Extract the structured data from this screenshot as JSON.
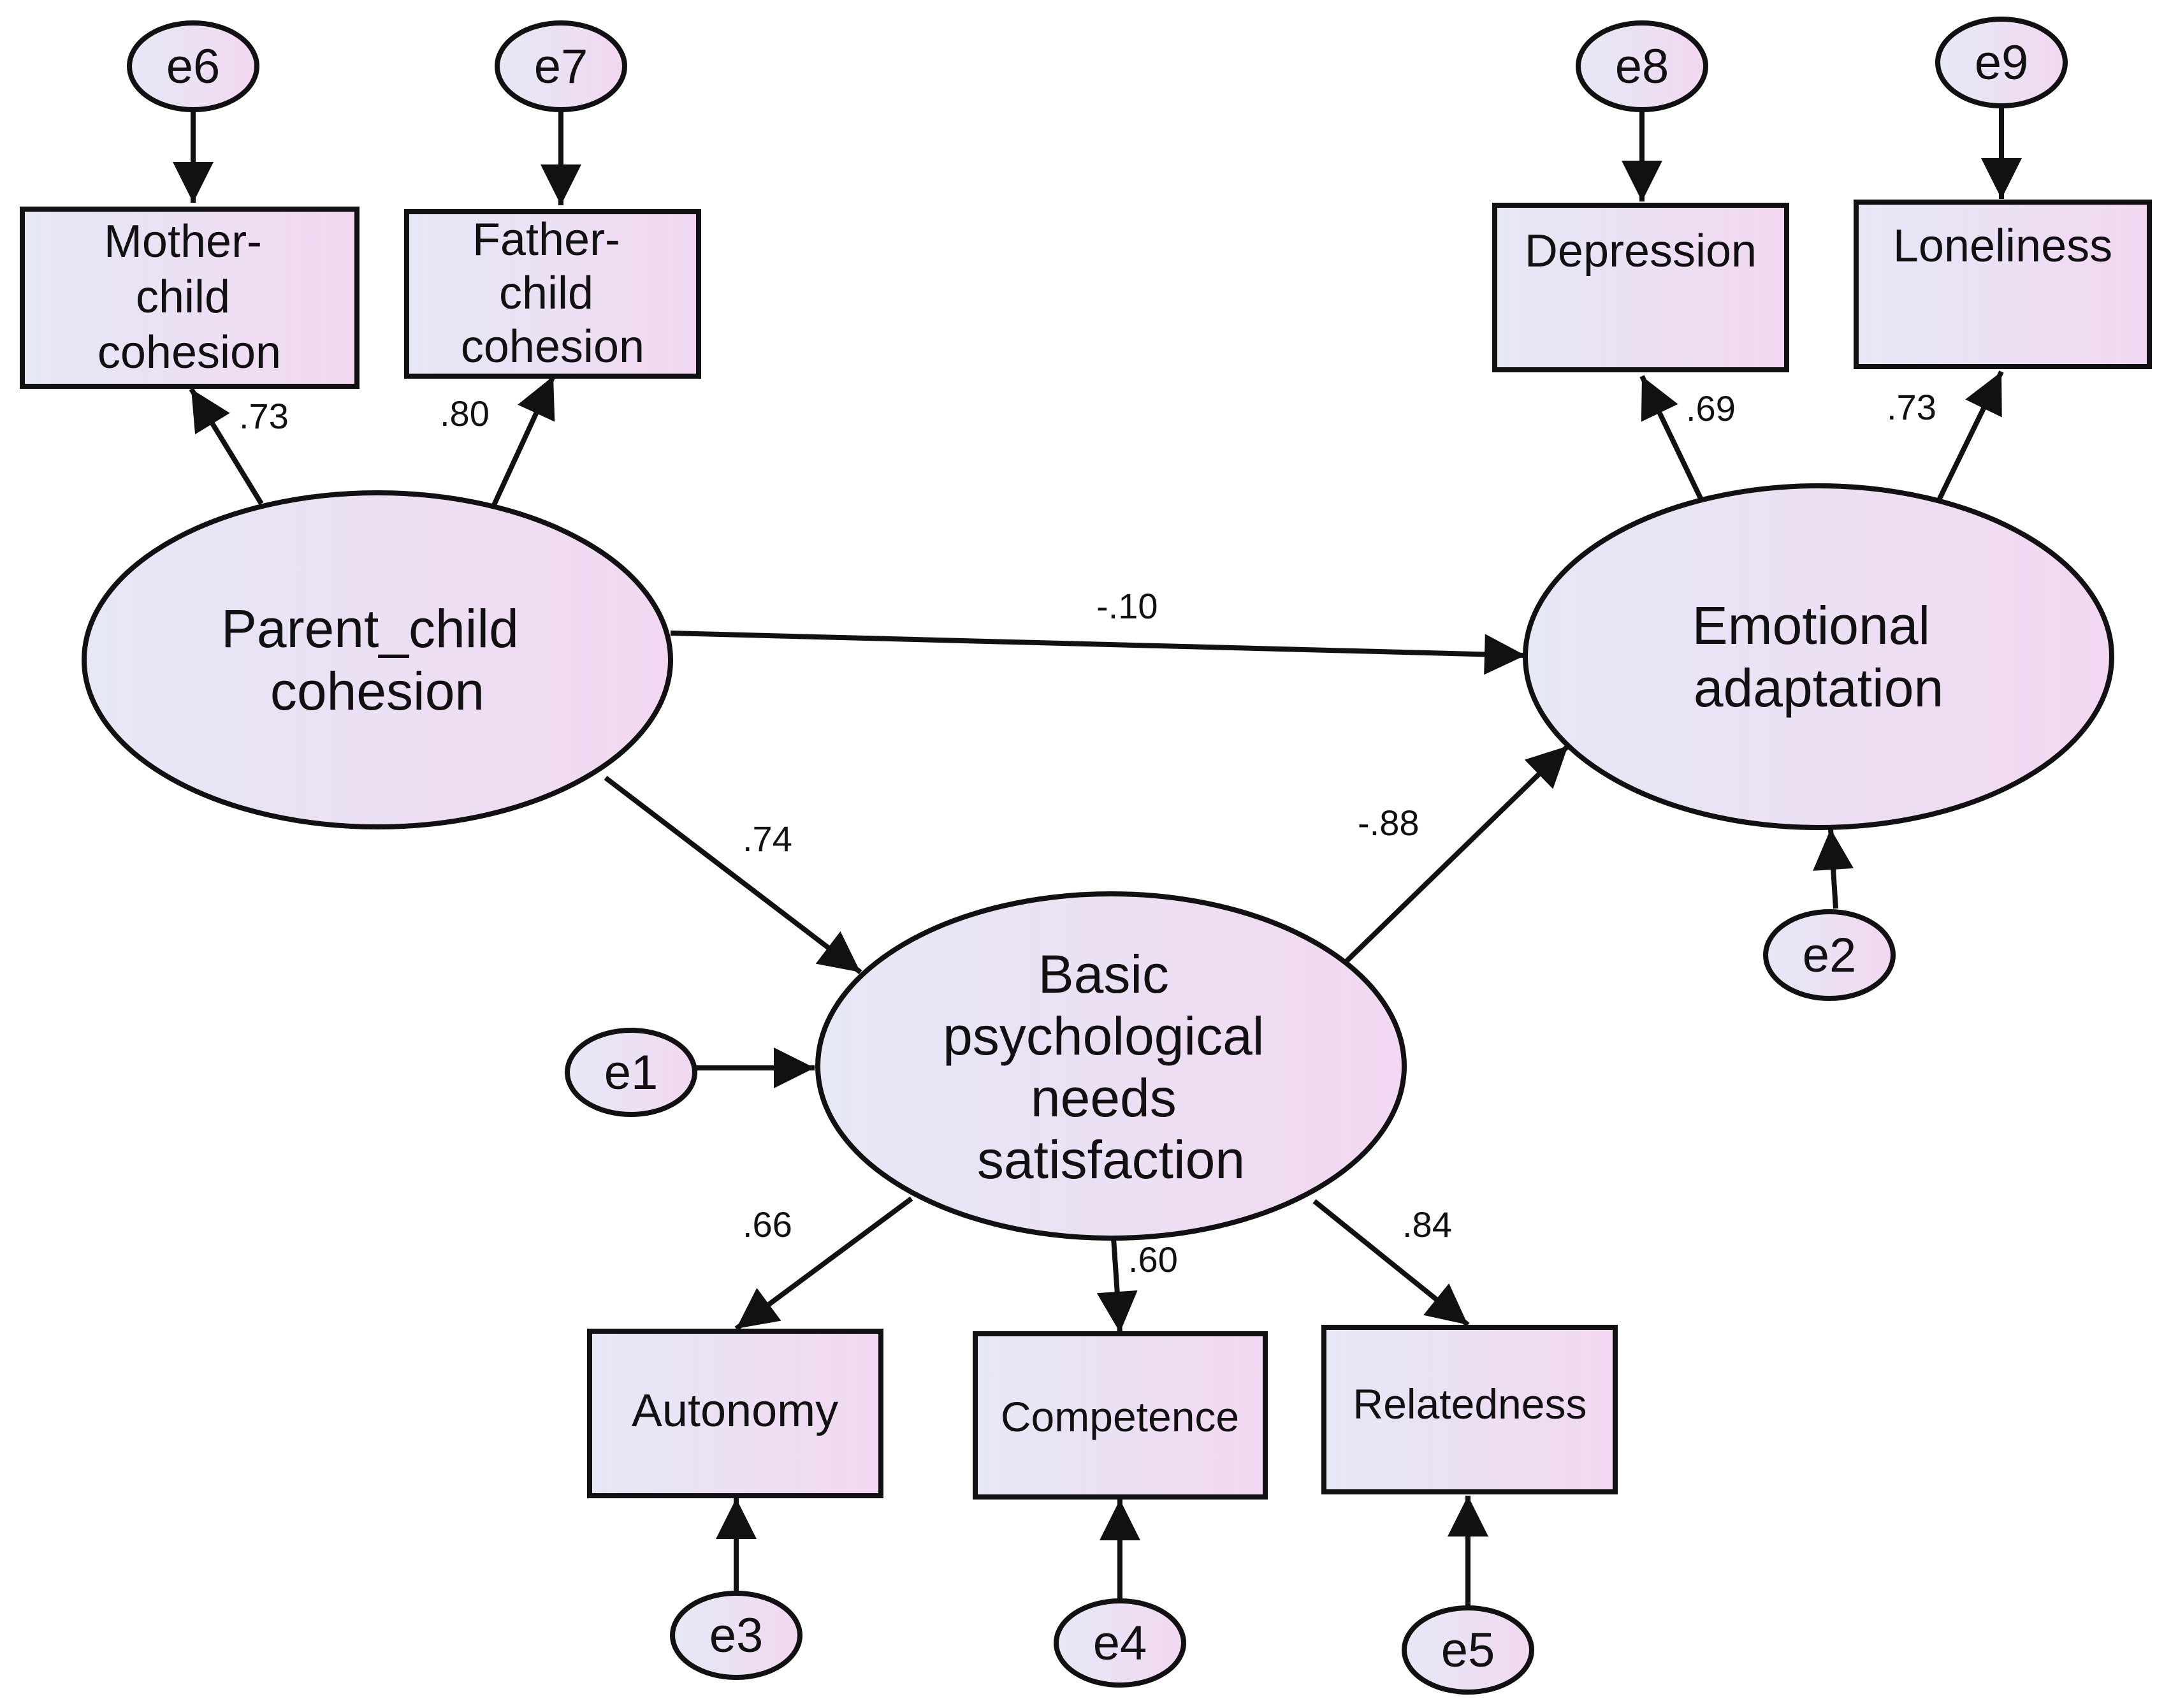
{
  "colors": {
    "fill_start": "#e6e8f6",
    "fill_end": "#f2d8f2",
    "stroke": "#111111"
  },
  "latents": {
    "pcc": {
      "lines": [
        "Parent_child",
        "cohesion"
      ]
    },
    "bpn": {
      "lines": [
        "Basic",
        "psychological",
        "needs",
        "satisfaction"
      ]
    },
    "ea": {
      "lines": [
        "Emotional",
        "adaptation"
      ]
    }
  },
  "observed": {
    "mcc": {
      "lines": [
        "Mother-",
        "child",
        "cohesion"
      ]
    },
    "fcc": {
      "lines": [
        "Father-",
        "child",
        "cohesion"
      ]
    },
    "dep": {
      "lines": [
        "Depression"
      ]
    },
    "lon": {
      "lines": [
        "Loneliness"
      ]
    },
    "aut": {
      "lines": [
        "Autonomy"
      ]
    },
    "com": {
      "lines": [
        "Competence"
      ]
    },
    "rel": {
      "lines": [
        "Relatedness"
      ]
    }
  },
  "errors": {
    "e1": "e1",
    "e2": "e2",
    "e3": "e3",
    "e4": "e4",
    "e5": "e5",
    "e6": "e6",
    "e7": "e7",
    "e8": "e8",
    "e9": "e9"
  },
  "paths": {
    "pcc_mcc": ".73",
    "pcc_fcc": ".80",
    "ea_dep": ".69",
    "ea_lon": ".73",
    "pcc_ea": "-.10",
    "pcc_bpn": ".74",
    "bpn_ea": "-.88",
    "bpn_aut": ".66",
    "bpn_com": ".60",
    "bpn_rel": ".84"
  }
}
